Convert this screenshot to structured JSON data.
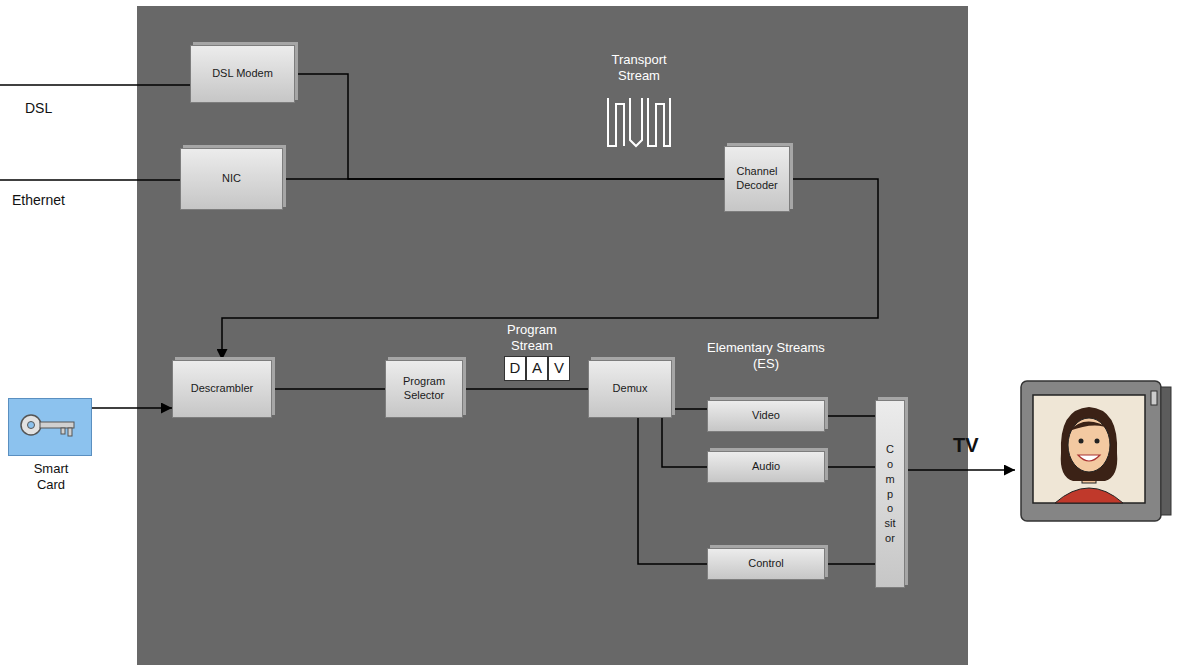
{
  "diagram": {
    "nodes": [
      {
        "text": [
          "DSL Modem"
        ]
      },
      {
        "text": [
          "NIC"
        ]
      },
      {
        "text": [
          "Channel Decoder"
        ]
      },
      {
        "text": [
          "Smart Card"
        ]
      },
      {
        "text": [
          "Descrambler"
        ]
      },
      {
        "text": [
          "Program Selector"
        ]
      },
      {
        "text": [
          "D"
        ]
      },
      {
        "text": [
          "A"
        ]
      },
      {
        "text": [
          "V"
        ]
      },
      {
        "text": [
          "Demux"
        ]
      },
      {
        "text": [
          "Video"
        ]
      },
      {
        "text": [
          "Audio"
        ]
      },
      {
        "text": [
          "Control"
        ]
      },
      {
        "text": [
          "Compositor"
        ]
      },
      {
        "text": [
          "TV"
        ]
      }
    ],
    "edges": [
      {
        "from": 0,
        "to": 2,
        "arrow": "none"
      },
      {
        "from": 1,
        "to": 2,
        "arrow": "none"
      },
      {
        "from": 2,
        "to": 4,
        "arrow": "to"
      },
      {
        "from": 3,
        "to": 4,
        "arrow": "to"
      },
      {
        "from": 4,
        "to": 5,
        "arrow": "none"
      },
      {
        "from": 5,
        "to": 9,
        "arrow": "none"
      },
      {
        "from": 9,
        "to": 10,
        "arrow": "none"
      },
      {
        "from": 9,
        "to": 11,
        "arrow": "none"
      },
      {
        "from": 9,
        "to": 12,
        "arrow": "none"
      },
      {
        "from": 10,
        "to": 13,
        "arrow": "none"
      },
      {
        "from": 11,
        "to": 13,
        "arrow": "none"
      },
      {
        "from": 12,
        "to": 13,
        "arrow": "none"
      },
      {
        "from": 13,
        "to": 14,
        "arrow": "to"
      }
    ],
    "labels": [
      "Transport Stream",
      "Program Stream",
      "Elementary Streams (ES)",
      "DSL",
      "Ethernet"
    ]
  }
}
